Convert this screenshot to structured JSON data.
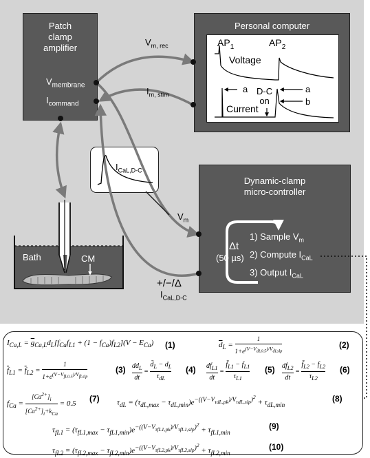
{
  "amplifier": {
    "title": "Patch\nclamp\namplifier",
    "v_membrane": "Vmembrane",
    "i_command": "Icommand"
  },
  "computer": {
    "title": "Personal computer",
    "ap1": "AP1",
    "ap2": "AP2",
    "voltage": "Voltage",
    "current": "Current",
    "dc_on": "D-C\non",
    "label_a1": "a",
    "label_a2": "a",
    "label_b": "b"
  },
  "signals": {
    "vm_rec": "Vm, rec",
    "im_stim": "Im, stim",
    "vm": "Vm",
    "pm_delta": "+/−/Δ",
    "ical_dc": "ICaL,D-C"
  },
  "inset": {
    "label": "ICaL,D-C"
  },
  "controller": {
    "title": "Dynamic-clamp\nmicro-controller",
    "delta_t": "Δt",
    "delta_t_value": "(50 µs)",
    "steps": [
      "1) Sample Vm",
      "2) Compute ICaL",
      "3) Output ICaL"
    ]
  },
  "bath": {
    "bath_label": "Bath",
    "cm_label": "CM"
  },
  "equations": {
    "numbers": [
      "(1)",
      "(2)",
      "(3)",
      "(4)",
      "(5)",
      "(6)",
      "(7)",
      "(8)",
      "(9)",
      "(10)"
    ]
  }
}
